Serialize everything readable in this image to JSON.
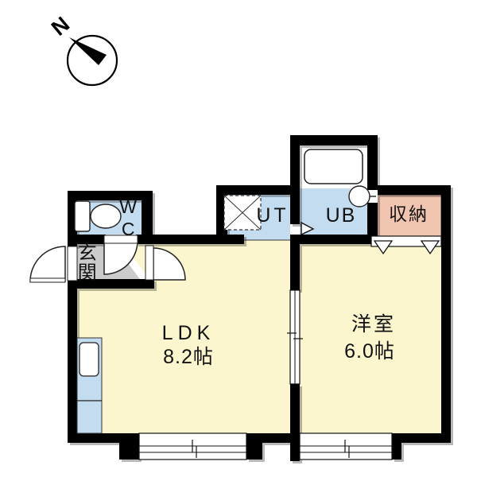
{
  "compass": {
    "north_label": "N"
  },
  "rooms": {
    "ldk": {
      "name": "LDK",
      "size": "8.2帖"
    },
    "western": {
      "name": "洋室",
      "size": "6.0帖"
    },
    "wc": {
      "name": "WC"
    },
    "entrance": {
      "name": "玄関"
    },
    "utility": {
      "name": "UT"
    },
    "bath": {
      "name": "UB"
    },
    "storage": {
      "name": "収納"
    }
  },
  "colors": {
    "wall": "#000000",
    "room_yellow": "#FBF6CE",
    "water_blue": "#C4DCF0",
    "storage_pink": "#F2C5B1",
    "entrance_gray": "#CBCBCB",
    "fixture_line": "#222222"
  }
}
